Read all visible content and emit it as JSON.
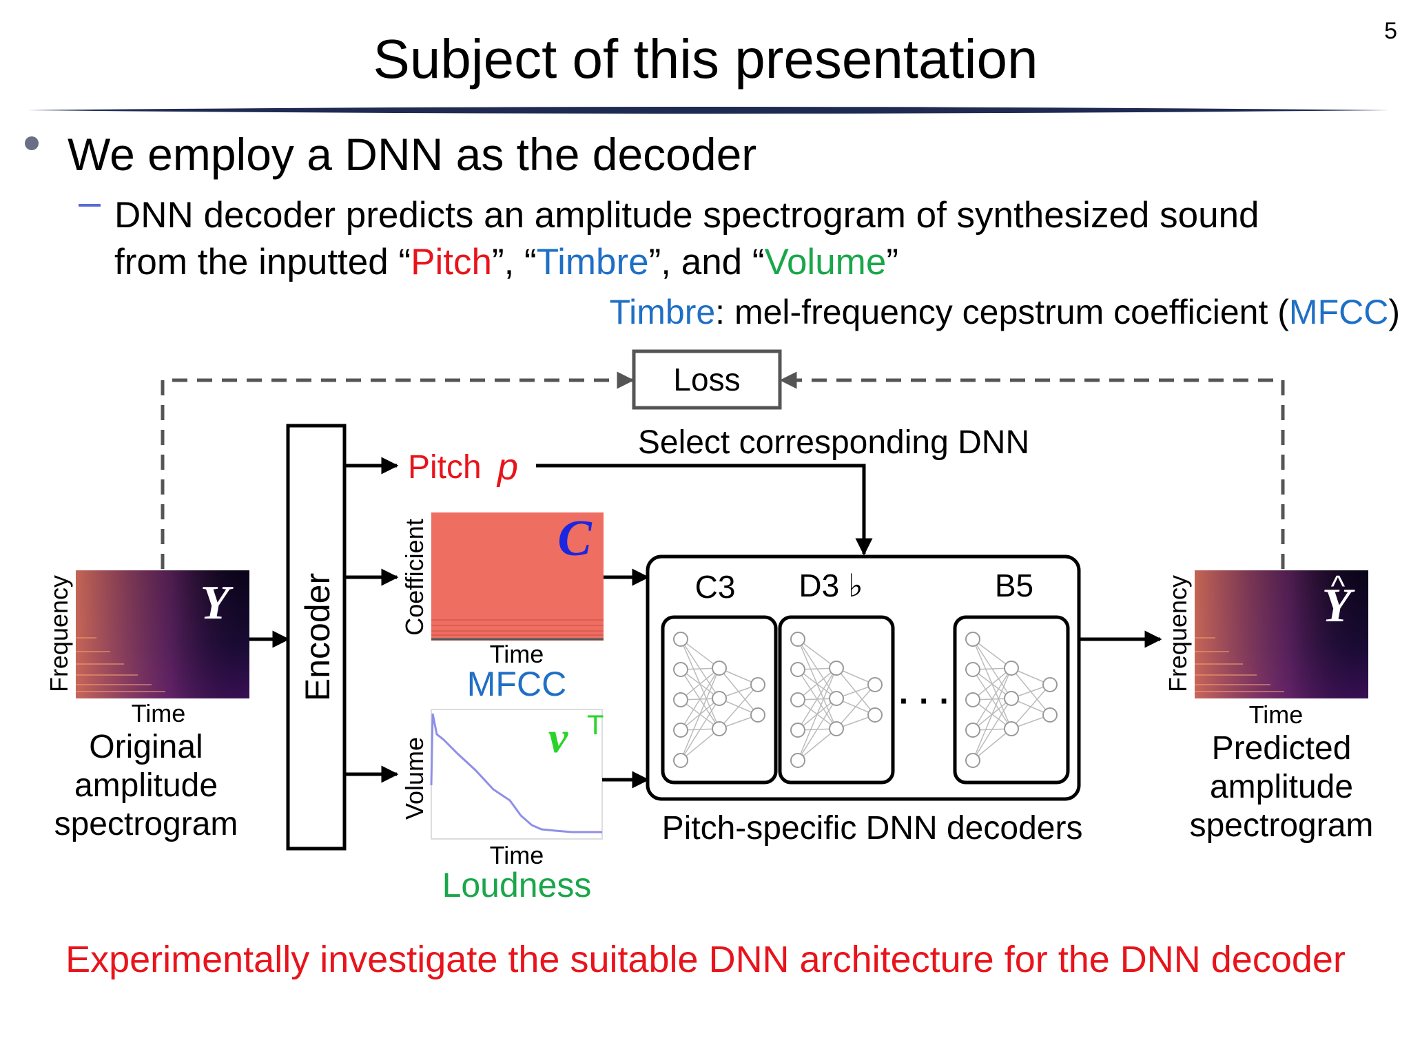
{
  "page_number": "5",
  "title": "Subject of this presentation",
  "bullet": "We employ a DNN as the decoder",
  "sub_bullet": {
    "line1": "DNN decoder predicts an amplitude spectrogram of synthesized sound",
    "line2_parts": [
      "from the inputted “",
      "Pitch",
      "”, “",
      "Timbre",
      "”, and “",
      "Volume",
      "”"
    ]
  },
  "definition": {
    "term": "Timbre",
    "middle": ": mel-frequency cepstrum coefficient (",
    "abbr": "MFCC",
    "end": ")"
  },
  "diagram": {
    "loss": "Loss",
    "select_label": "Select corresponding DNN",
    "encoder": "Encoder",
    "pitch": {
      "label": "Pitch",
      "symbol": "p"
    },
    "input": {
      "symbol": "Y",
      "x_axis": "Time",
      "y_axis": "Frequency",
      "caption": [
        "Original",
        "amplitude",
        "spectrogram"
      ]
    },
    "mfcc": {
      "symbol": "C",
      "x_axis": "Time",
      "y_axis": "Coefficient",
      "caption": "MFCC"
    },
    "loudness": {
      "symbol": "v",
      "superscript": "T",
      "x_axis": "Time",
      "y_axis": "Volume",
      "caption": "Loudness"
    },
    "decoders": {
      "labels": [
        "C3",
        "D3 ♭",
        "B5"
      ],
      "ellipsis": "· · ·",
      "caption": "Pitch-specific DNN decoders"
    },
    "output": {
      "symbol": "Y",
      "hat": "^",
      "x_axis": "Time",
      "y_axis": "Frequency",
      "caption": [
        "Predicted",
        "amplitude",
        "spectrogram"
      ]
    }
  },
  "conclusion": "Experimentally investigate the suitable DNN architecture for the DNN decoder",
  "colors": {
    "red": "#e8141b",
    "blue": "#1f6fc5",
    "green": "#1aa64a",
    "symbol_blue": "#1a27e0",
    "symbol_green": "#28d428",
    "mfcc_fill": "#ef6e62",
    "loudness_line": "#8f8fe8",
    "title_rule": "#1e2a52"
  }
}
